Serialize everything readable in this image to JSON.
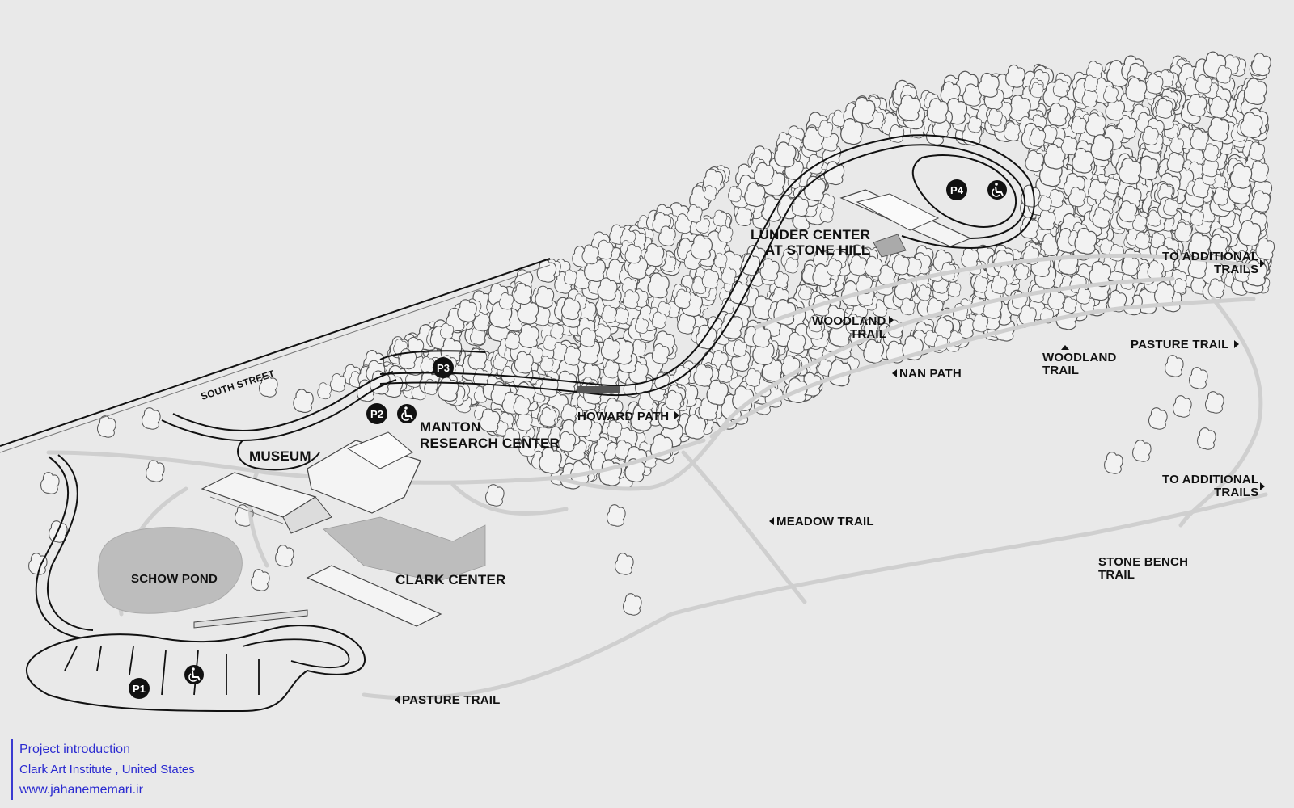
{
  "map": {
    "streets": {
      "south_street": "SOUTH STREET"
    },
    "buildings": {
      "museum": "MUSEUM",
      "manton_1": "MANTON",
      "manton_2": "RESEARCH CENTER",
      "clark_center": "CLARK CENTER",
      "lunder_1": "LUNDER CENTER",
      "lunder_2": "AT STONE HILL"
    },
    "water": {
      "pond": "SCHOW POND"
    },
    "parking": {
      "p1": "P1",
      "p2": "P2",
      "p3": "P3",
      "p4": "P4"
    },
    "trails": {
      "howard_path": "HOWARD PATH",
      "woodland_a_1": "WOODLAND",
      "woodland_a_2": "TRAIL",
      "nan_path": "NAN PATH",
      "woodland_b_1": "WOODLAND",
      "woodland_b_2": "TRAIL",
      "pasture_trail_east": "PASTURE TRAIL",
      "to_additional_1_a": "TO ADDITIONAL",
      "to_additional_1_b": "TRAILS",
      "to_additional_2_a": "TO ADDITIONAL",
      "to_additional_2_b": "TRAILS",
      "meadow_trail": "MEADOW TRAIL",
      "stone_bench_1": "STONE BENCH",
      "stone_bench_2": "TRAIL",
      "pasture_trail_south": "PASTURE TRAIL"
    },
    "icons": {
      "arrow": "triangle-arrow-icon",
      "accessible": "wheelchair-icon",
      "tree": "tree-icon"
    },
    "colors": {
      "background": "#e9e9e9",
      "road": "#111111",
      "path": "#cfcfcf",
      "pond": "#bdbdbd",
      "building": "#f4f4f4"
    }
  },
  "footer": {
    "line1": "Project introduction",
    "line2": "Clark Art Institute , United States",
    "line3": "www.jahanememari.ir"
  }
}
